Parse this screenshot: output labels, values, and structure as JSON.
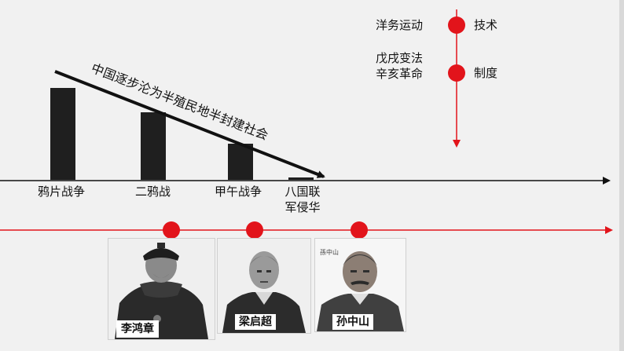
{
  "diagonal_label": "中国逐步沦为半殖民地半封建社会",
  "events": [
    {
      "label": "鸦片战争",
      "level": 4
    },
    {
      "label": "二鸦战",
      "level": 3
    },
    {
      "label": "甲午战争",
      "level": 1.6
    },
    {
      "label_line1": "八国联",
      "label_line2": "军侵华",
      "level": 0.15
    }
  ],
  "reform_axis": {
    "items": [
      {
        "left": "洋务运动",
        "right": "技术"
      },
      {
        "left_line1": "戊戌变法",
        "left_line2": "辛亥革命",
        "right": "制度"
      }
    ]
  },
  "figures": [
    {
      "name": "李鸿章"
    },
    {
      "name": "梁启超"
    },
    {
      "name": "孙中山"
    }
  ],
  "colors": {
    "accent_red": "#e2141b",
    "bar": "#1f1f1f",
    "background": "#f1f1f1"
  }
}
